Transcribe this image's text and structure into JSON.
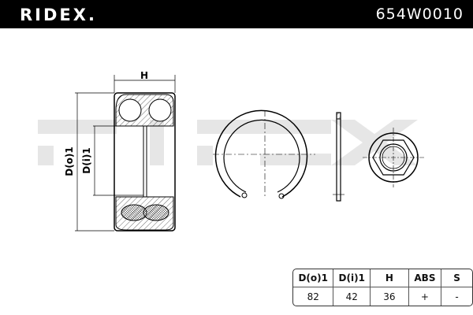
{
  "header": {
    "brand": "RIDEX.",
    "part_number": "654W0010"
  },
  "drawing": {
    "labels": {
      "height": "H",
      "outer_diameter": "D(o)1",
      "inner_diameter": "D(i)1"
    },
    "watermark": "RIDEX",
    "components": [
      "wheel-bearing",
      "circlip",
      "circlip-side-view",
      "axle-nut"
    ]
  },
  "spec_table": {
    "headers": [
      "D(o)1",
      "D(i)1",
      "H",
      "ABS",
      "S"
    ],
    "values": [
      "82",
      "42",
      "36",
      "+",
      "-"
    ],
    "widths": [
      52,
      47,
      50,
      42,
      40
    ]
  }
}
